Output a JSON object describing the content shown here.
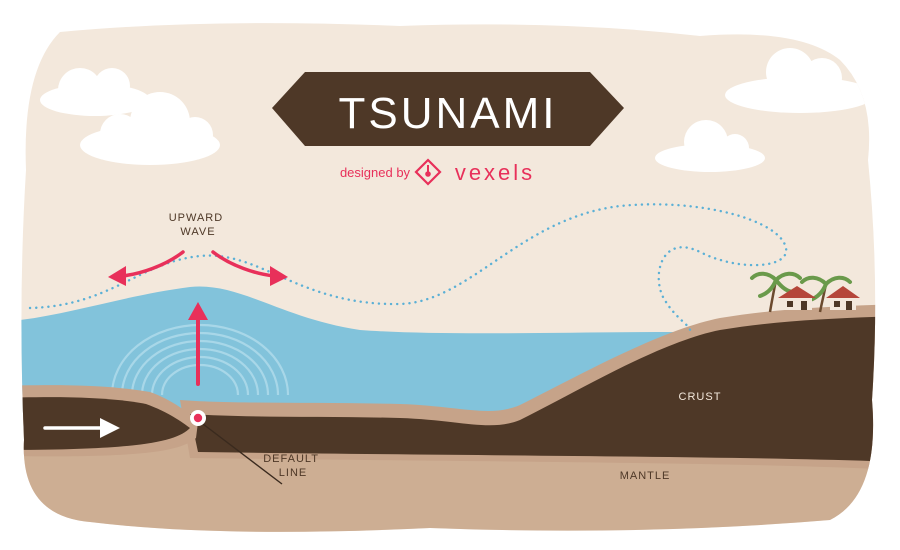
{
  "title": "TSUNAMI",
  "credit": {
    "prefix": "designed by",
    "brand": "vexels"
  },
  "labels": {
    "upward_wave": [
      "UPWARD",
      "WAVE"
    ],
    "default_line": [
      "DEFAULT",
      "LINE"
    ],
    "crust": "CRUST",
    "mantle": "MANTLE"
  },
  "colors": {
    "sky": "#F3E8DC",
    "water": "#82C3DB",
    "water_light": "#A8D7E8",
    "crust_light": "#C6A389",
    "crust_dark": "#4E3827",
    "mantle": "#CDAE93",
    "banner": "#4E3827",
    "accent_red": "#E8305A",
    "dotted": "#5BB0D6",
    "cloud": "#FFFFFF"
  },
  "icons": [
    "logo-icon",
    "arrow-left-icon",
    "arrow-right-icon",
    "arrow-up-icon",
    "arrow-right-plate-icon",
    "epicenter-icon",
    "palm-tree-icon",
    "house-icon",
    "cloud-icon"
  ]
}
